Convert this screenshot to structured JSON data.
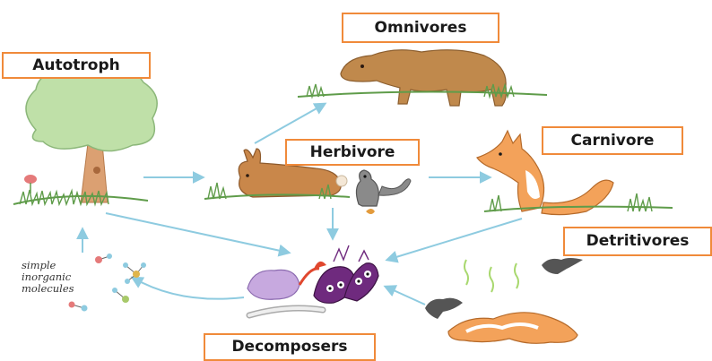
{
  "labels": {
    "omnivores": "Omnivores",
    "autotroph": "Autotroph",
    "herbivore": "Herbivore",
    "carnivore": "Carnivore",
    "detritivores": "Detritivores",
    "decomposers": "Decomposers"
  },
  "molecules_text": [
    "simple",
    "inorganic",
    "molecules"
  ],
  "colors": {
    "label_border": "#f08a3a",
    "arrow": "#8ecbe0",
    "tree_canopy": "#bfe0a8",
    "tree_trunk": "#dba072",
    "bear": "#c0894c",
    "fox": "#f3a25a",
    "rabbit": "#c9874a",
    "grass": "#5f9c4a"
  }
}
